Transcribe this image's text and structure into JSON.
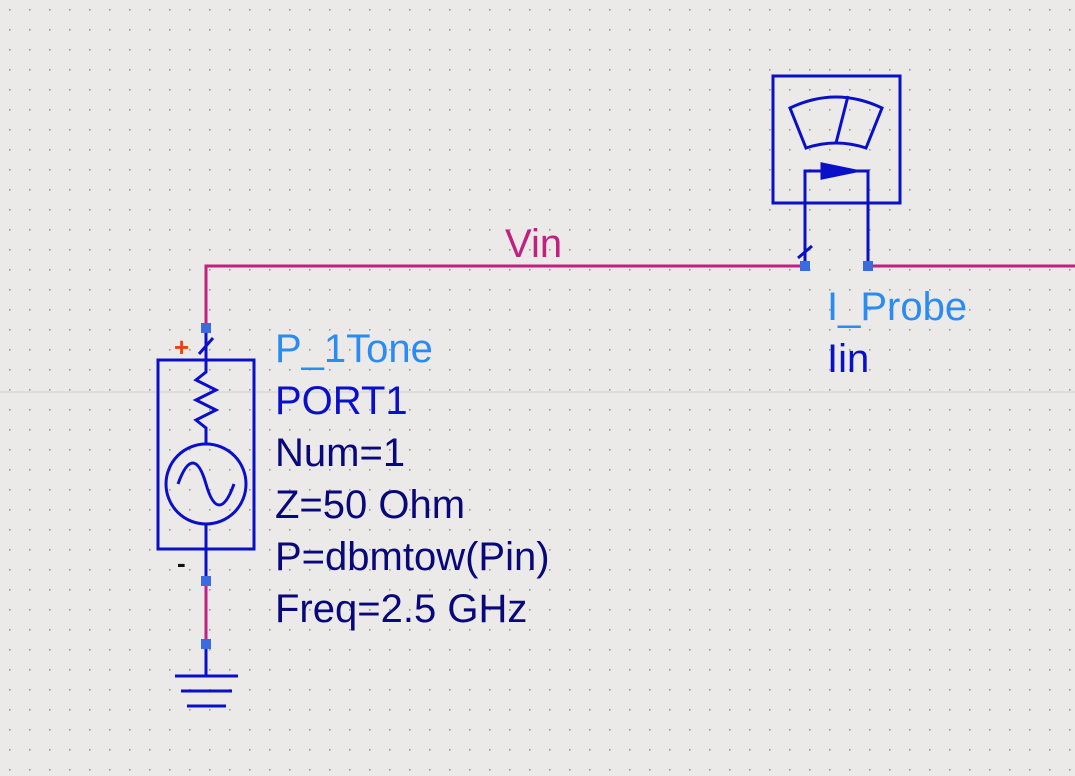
{
  "colors": {
    "background": "#ece9e9",
    "grid_dot": "#9a9a9a",
    "wire": "#c02080",
    "component": "#0a10c8",
    "pin": "#3b6be0",
    "component_name": "#2a8cf0",
    "parameter_text": "#08087a",
    "plus_marker": "#e8440f"
  },
  "net": {
    "name": "Vin"
  },
  "port_source": {
    "icon": "port-source-icon",
    "type_label": "P_1Tone",
    "instance_label": "PORT1",
    "params": [
      "Num=1",
      "Z=50 Ohm",
      "P=dbmtow(Pin)",
      "Freq=2.5 GHz"
    ],
    "plus_marker": "+",
    "minus_marker": "-"
  },
  "current_probe": {
    "icon": "ammeter-icon",
    "type_label": "I_Probe",
    "instance_label": "Iin"
  },
  "ground": {
    "icon": "ground-icon"
  }
}
